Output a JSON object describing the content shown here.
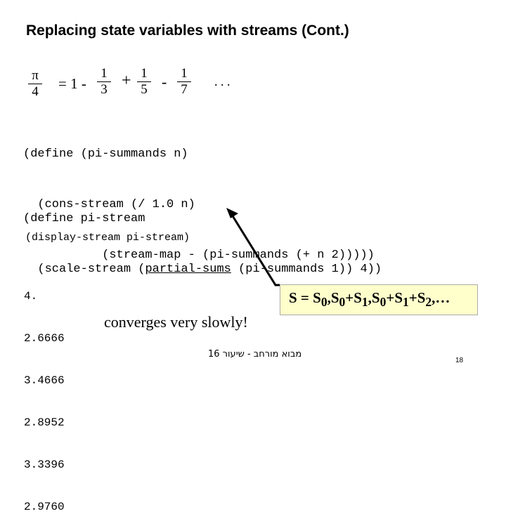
{
  "title": "Replacing state variables with streams (Cont.)",
  "formula": {
    "lhs_num": "π",
    "lhs_den": "4",
    "eq_one": "= 1 -",
    "terms": [
      {
        "num": "1",
        "den": "3"
      },
      {
        "num": "1",
        "den": "5"
      },
      {
        "num": "1",
        "den": "7"
      }
    ],
    "op_plus": "+",
    "op_minus": "-",
    "ellipsis": ". . ."
  },
  "code": {
    "pi_summands": [
      "(define (pi-summands n)",
      "  (cons-stream (/ 1.0 n)",
      "           (stream-map - (pi-summands (+ n 2)))))"
    ],
    "pi_stream_line1": "(define pi-stream",
    "pi_stream_line2_pre": "  (scale-stream (",
    "pi_stream_line2_underlined": "partial-sums",
    "pi_stream_line2_post": " (pi-summands 1)) 4))",
    "display": "(display-stream pi-stream)"
  },
  "output_values": [
    "4.",
    "2.6666",
    "3.4666",
    "2.8952",
    "3.3396",
    "2.9760"
  ],
  "callout": {
    "s_eq": "S = S",
    "s0": "0",
    "comma1": ",S",
    "s0b": "0",
    "plus1": "+S",
    "s1": "1",
    "comma2": ",S",
    "s0c": "0",
    "plus2": "+S",
    "s1b": "1",
    "plus3": "+S",
    "s2": "2",
    "tail": ",…"
  },
  "converges_text": "converges very slowly!",
  "footer_text": "מבוא מורחב - שיעור 16",
  "page_number": "18"
}
